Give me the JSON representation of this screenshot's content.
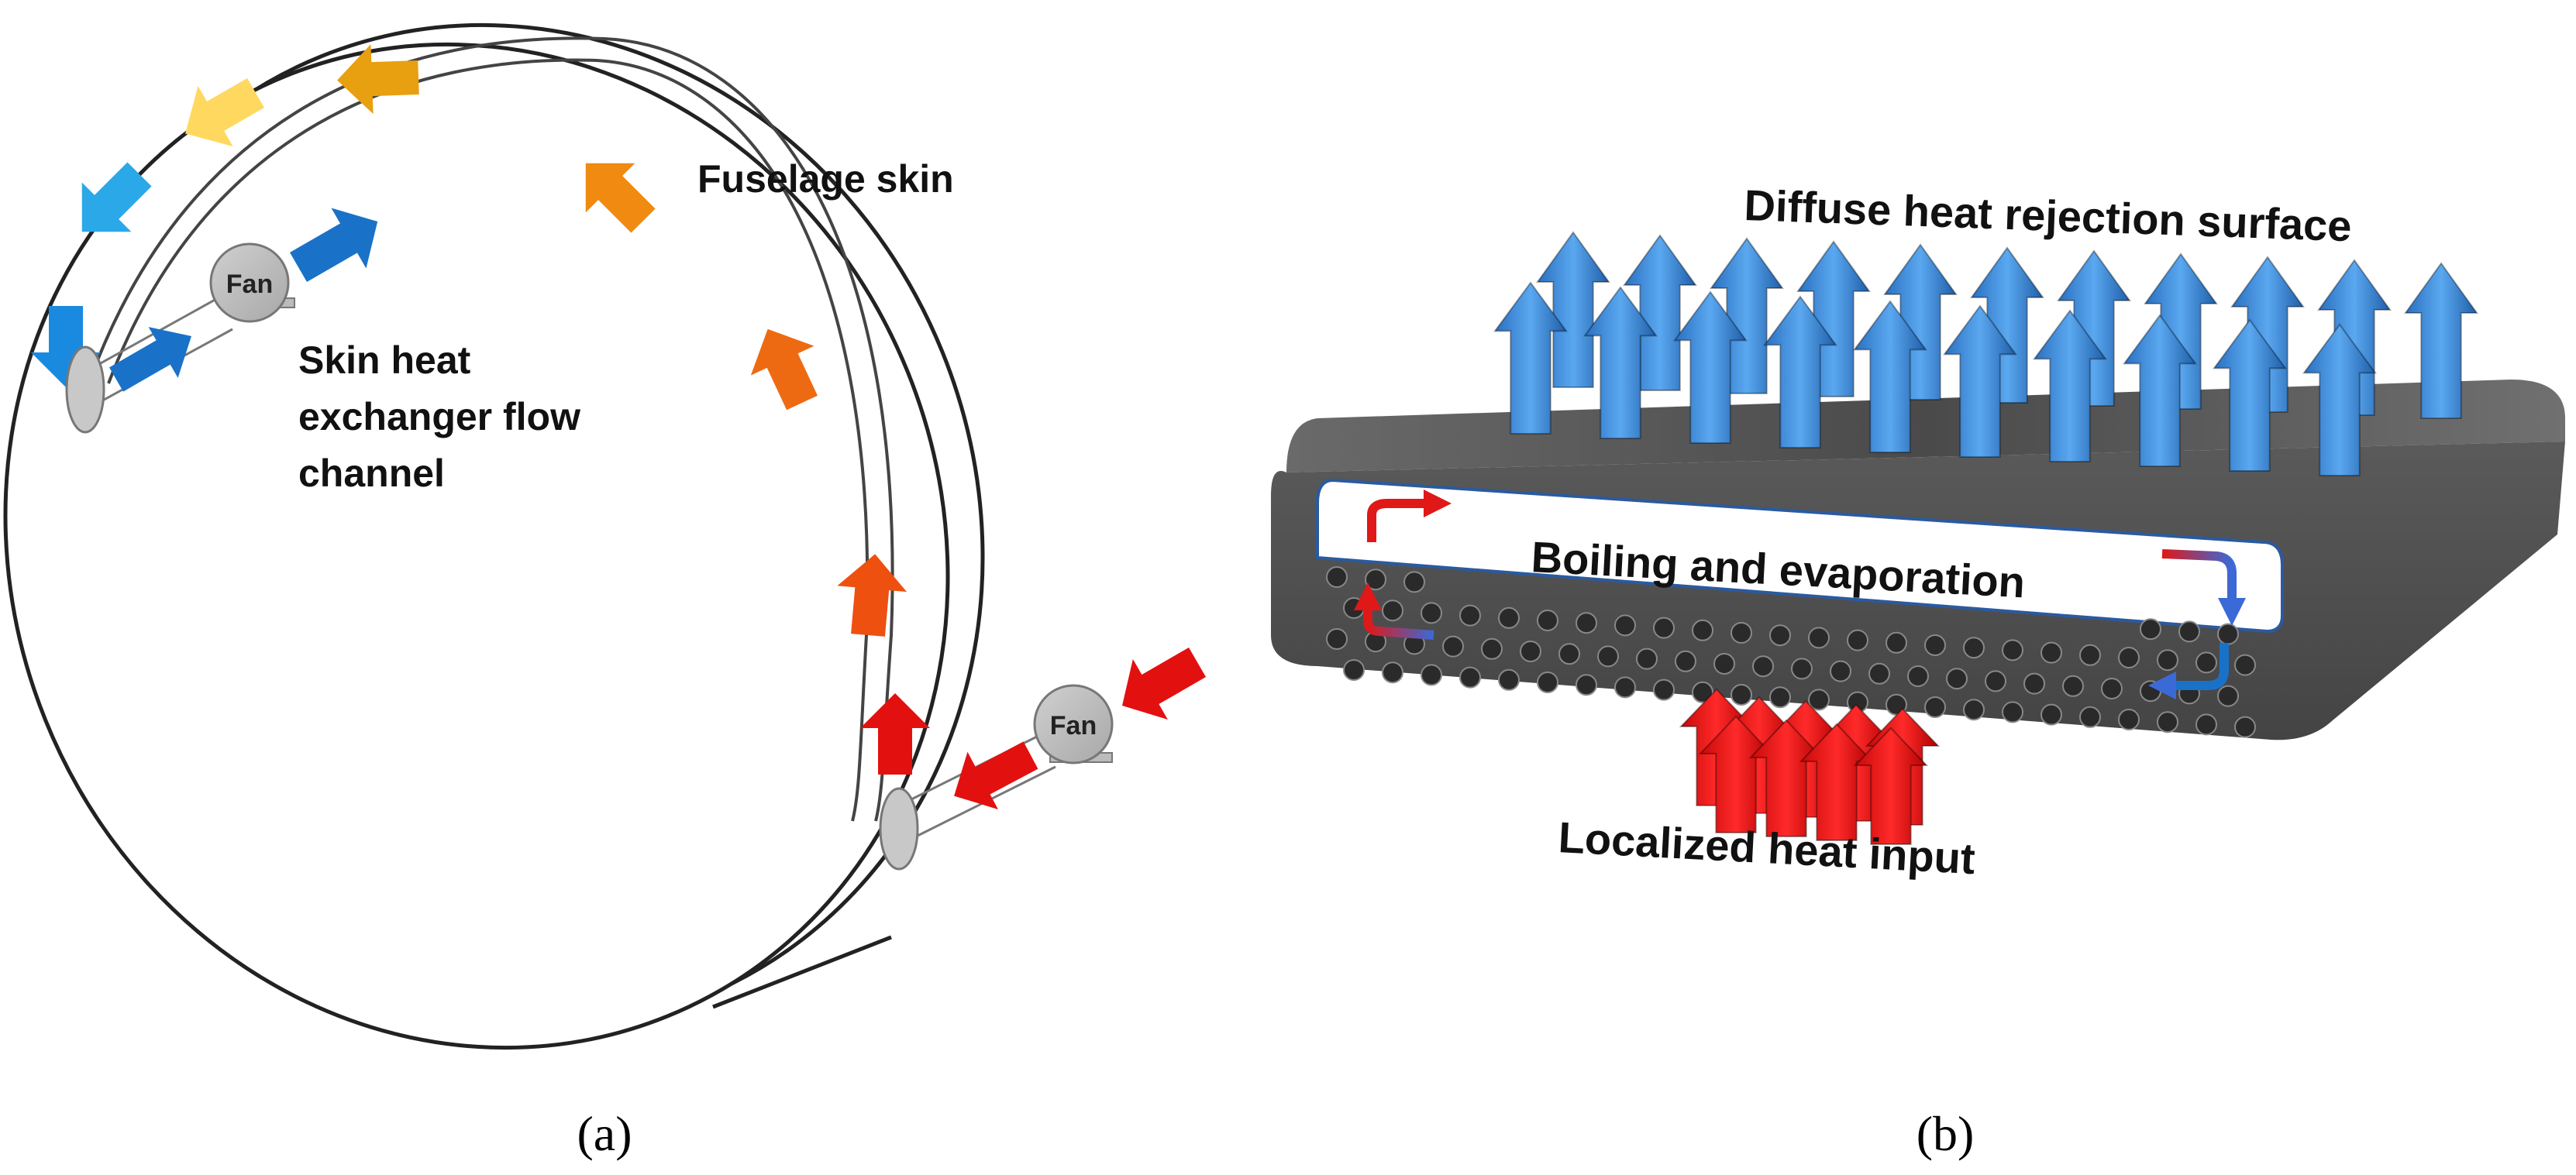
{
  "panel_a": {
    "label_fuselage": "Fuselage skin",
    "label_channel_1": "Skin heat",
    "label_channel_2": "exchanger flow",
    "label_channel_3": "channel",
    "fan_top": "Fan",
    "fan_bottom": "Fan",
    "caption": "(a)"
  },
  "panel_b": {
    "label_top": "Diffuse heat rejection surface",
    "label_middle": "Boiling and evaporation",
    "label_bottom": "Localized heat input",
    "caption": "(b)"
  },
  "colors": {
    "hot": "#e31010",
    "warm": "#ee6010",
    "orange": "#f08a10",
    "amber": "#e8a010",
    "yellow": "#ffd860",
    "light_blue": "#2aa8e8",
    "blue": "#1a72c8",
    "sky_blue": "#3a8fe0",
    "slab": "#555555"
  }
}
